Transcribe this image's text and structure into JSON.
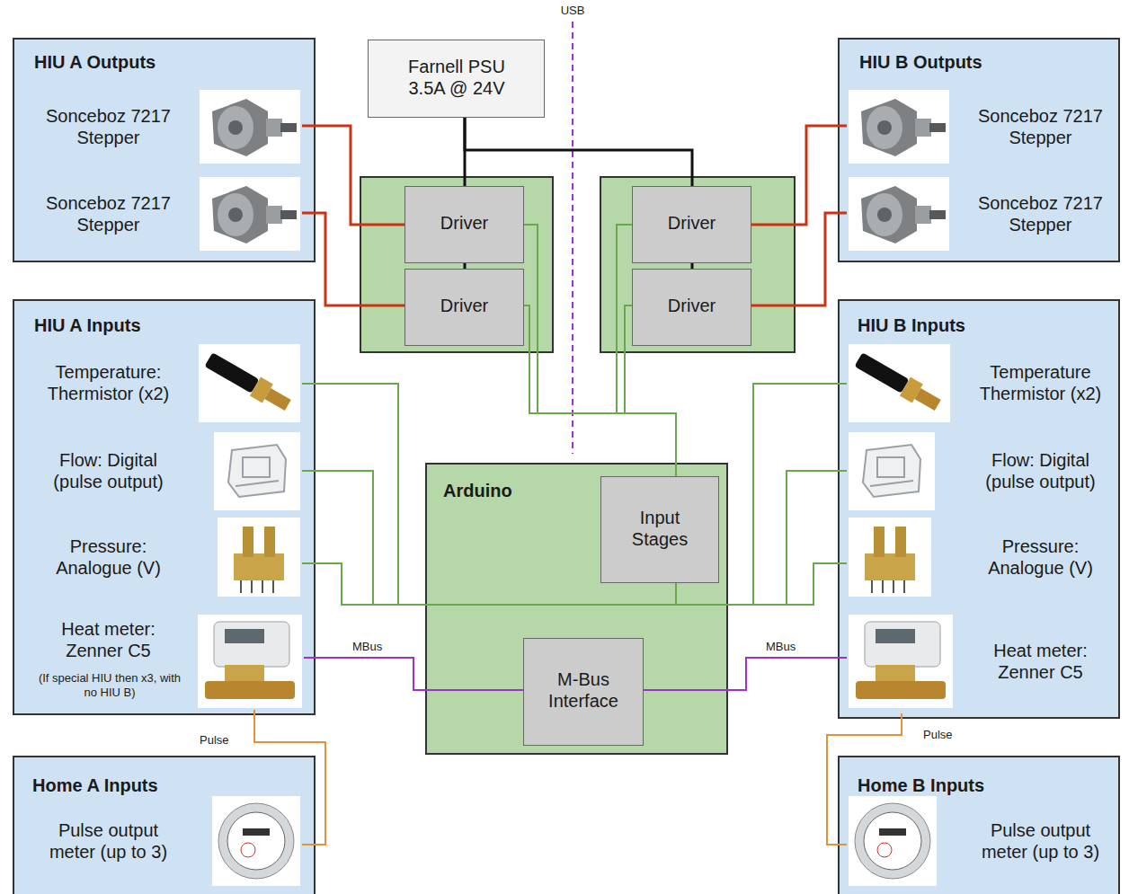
{
  "diagram": {
    "nodes": [
      {
        "text": [
          "HIU A Outputs"
        ]
      },
      {
        "text": [
          "Sonceboz 7217 Stepper"
        ],
        "in": 0
      },
      {
        "text": [
          "Sonceboz 7217 Stepper"
        ],
        "in": 0
      },
      {
        "text": [
          "Farnell PSU 3.5A @ 24V"
        ]
      },
      {
        "text": [
          "HIU B Outputs"
        ]
      },
      {
        "text": [
          "Sonceboz 7217 Stepper"
        ],
        "in": 4
      },
      {
        "text": [
          "Sonceboz 7217 Stepper"
        ],
        "in": 4
      },
      {
        "text": [
          "Driver"
        ]
      },
      {
        "text": [
          "Driver"
        ]
      },
      {
        "text": [
          "Driver"
        ]
      },
      {
        "text": [
          "Driver"
        ]
      },
      {
        "text": [
          "HIU A Inputs"
        ]
      },
      {
        "text": [
          "Temperature: Thermistor (x2)"
        ],
        "in": 11
      },
      {
        "text": [
          "Flow: Digital (pulse output)"
        ],
        "in": 11
      },
      {
        "text": [
          "Pressure: Analogue (V)"
        ],
        "in": 11
      },
      {
        "text": [
          "Heat meter: Zenner C5",
          "(If special HIU then x3, with no HIU B)"
        ],
        "in": 11
      },
      {
        "text": [
          "HIU B Inputs"
        ]
      },
      {
        "text": [
          "Temperature Thermistor (x2)"
        ],
        "in": 16
      },
      {
        "text": [
          "Flow: Digital (pulse output)"
        ],
        "in": 16
      },
      {
        "text": [
          "Pressure: Analogue (V)"
        ],
        "in": 16
      },
      {
        "text": [
          "Heat meter: Zenner C5"
        ],
        "in": 16
      },
      {
        "text": [
          "Arduino"
        ]
      },
      {
        "text": [
          "Input Stages"
        ],
        "in": 21
      },
      {
        "text": [
          "M-Bus Interface"
        ],
        "in": 21
      },
      {
        "text": [
          "Home A Inputs"
        ]
      },
      {
        "text": [
          "Pulse output meter (up to 3)"
        ],
        "in": 24
      },
      {
        "text": [
          "Home B Inputs"
        ]
      },
      {
        "text": [
          "Pulse output meter (up to 3)"
        ],
        "in": 26
      }
    ],
    "edges": [
      {
        "from": 1,
        "to": 7,
        "arrow": "none"
      },
      {
        "from": 2,
        "to": 9,
        "arrow": "none"
      },
      {
        "from": 5,
        "to": 8,
        "arrow": "none"
      },
      {
        "from": 6,
        "to": 10,
        "arrow": "none"
      },
      {
        "from": 3,
        "to": 7,
        "arrow": "none"
      },
      {
        "from": 3,
        "to": 8,
        "arrow": "none"
      },
      {
        "from": 7,
        "to": 9,
        "arrow": "none"
      },
      {
        "from": 8,
        "to": 10,
        "arrow": "none"
      },
      {
        "from": 7,
        "to": 22,
        "arrow": "none"
      },
      {
        "from": 9,
        "to": 22,
        "arrow": "none"
      },
      {
        "from": 8,
        "to": 22,
        "arrow": "none"
      },
      {
        "from": 10,
        "to": 22,
        "arrow": "none"
      },
      {
        "from": 12,
        "to": 22,
        "arrow": "none"
      },
      {
        "from": 13,
        "to": 22,
        "arrow": "none"
      },
      {
        "from": 14,
        "to": 22,
        "arrow": "none"
      },
      {
        "from": 17,
        "to": 22,
        "arrow": "none"
      },
      {
        "from": 18,
        "to": 22,
        "arrow": "none"
      },
      {
        "from": 19,
        "to": 22,
        "arrow": "none"
      },
      {
        "from": 15,
        "to": 23,
        "label": "MBus",
        "arrow": "none"
      },
      {
        "from": 20,
        "to": 23,
        "label": "MBus",
        "arrow": "none"
      },
      {
        "from": 25,
        "to": 15,
        "label": "Pulse",
        "arrow": "none"
      },
      {
        "from": 27,
        "to": 20,
        "label": "Pulse",
        "arrow": "none"
      }
    ],
    "labels": [
      "USB"
    ]
  }
}
